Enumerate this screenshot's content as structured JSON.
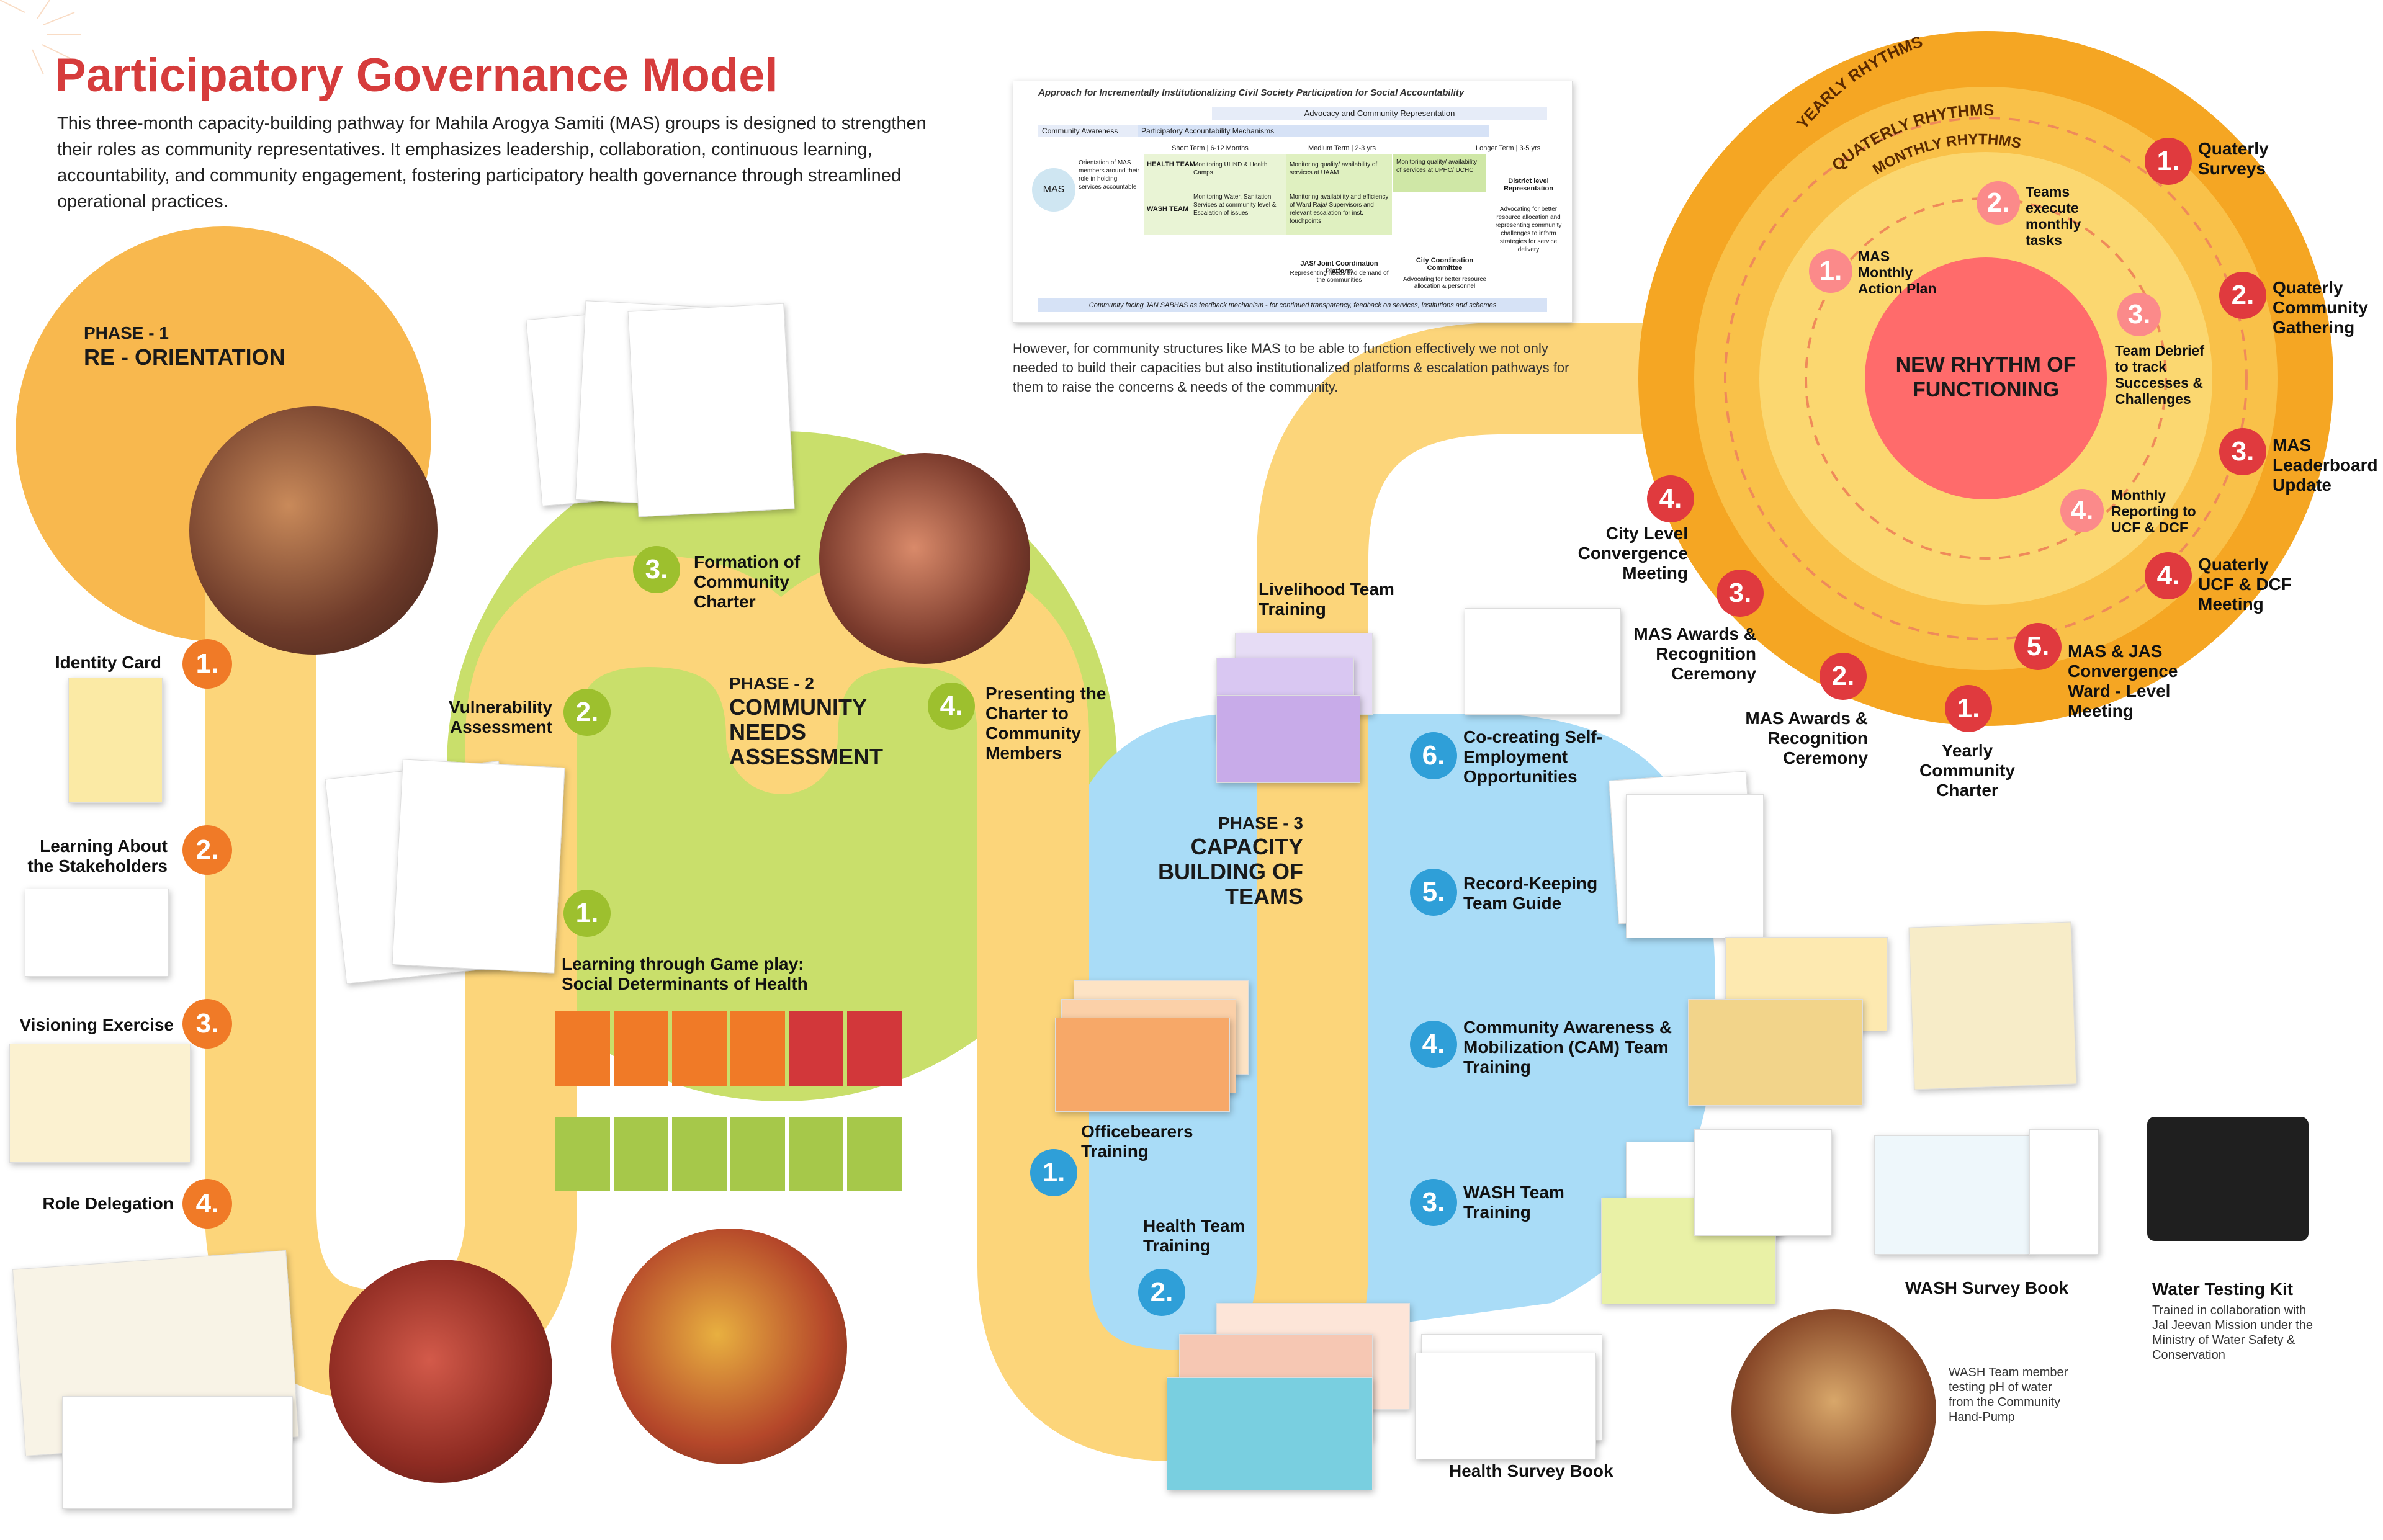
{
  "header": {
    "title": "Participatory Governance Model",
    "intro": "This three-month capacity-building pathway for Mahila Arogya Samiti (MAS) groups is designed to strengthen their roles as community representatives. It emphasizes leadership, collaboration, continuous learning, accountability, and community engagement, fostering participatory health governance through streamlined operational practices."
  },
  "colors": {
    "accent_red": "#d63c3c",
    "phase1": "#f8b84e",
    "path_yellow": "#fcd57a",
    "phase2": "#c9df6b",
    "phase3": "#a9dcf7",
    "orange_num": "#f07a27",
    "green_num": "#9dc02e",
    "blue_num": "#2f9fd8",
    "rhythm_outer": "#f5a623",
    "rhythm_core": "#ff6b6b",
    "red_num": "#e03a3e"
  },
  "approach_table": {
    "title": "Approach for Incrementally Institutionalizing Civil Society Participation for Social Accountability",
    "bars": [
      "Advocacy and Community Representation",
      "Community Awareness",
      "Participatory Accountability Mechanisms"
    ],
    "terms": [
      "Short Term | 6-12 Months",
      "Medium Term | 2-3 yrs",
      "Longer Term | 3-5 yrs"
    ],
    "mas_label": "MAS",
    "mas_desc": "Orientation of MAS members around their role in holding services accountable",
    "teams": [
      "HEALTH TEAM",
      "WASH TEAM"
    ],
    "team_desc": [
      "Monitoring UHND & Health Camps",
      "Monitoring Water, Sanitation Services at community level & Escalation of issues"
    ],
    "medium_desc": [
      "Monitoring quality/ availability of services at UAAM",
      "Monitoring availability and efficiency of Ward Raja/ Supervisors and relevant escalation for inst. touchpoints"
    ],
    "upper_desc": "Monitoring quality/ availability of services at UPHC/ UCHC",
    "district": "District level Representation",
    "district_desc": "Advocating for better resource allocation and representing community challenges to inform strategies for service delivery",
    "jas": "JAS/ Joint Coordination Platform",
    "jas_desc": "Representing needs and demand of the communities",
    "city": "City Coordination Committee",
    "city_desc": "Advocating for better resource allocation & personnel",
    "footer": "Community facing JAN SABHAS as feedback mechanism - for continued transparency, feedback on services, institutions and schemes"
  },
  "note": "However, for community structures like MAS to be able to function effectively we not only needed to build their capacities but also institutionalized platforms & escalation pathways for them to raise the concerns & needs of the community.",
  "phase1": {
    "label": "PHASE - 1",
    "name": "RE - ORIENTATION",
    "steps": [
      {
        "n": "1.",
        "label": "Identity Card"
      },
      {
        "n": "2.",
        "label": "Learning About the Stakeholders"
      },
      {
        "n": "3.",
        "label": "Visioning Exercise"
      },
      {
        "n": "4.",
        "label": "Role Delegation"
      }
    ]
  },
  "phase2": {
    "label": "PHASE - 2",
    "name": "COMMUNITY NEEDS ASSESSMENT",
    "steps": [
      {
        "n": "1.",
        "label": "Learning through Game play: Social Determinants of Health"
      },
      {
        "n": "2.",
        "label": "Vulnerability Assessment"
      },
      {
        "n": "3.",
        "label": "Formation of Community Charter"
      },
      {
        "n": "4.",
        "label": "Presenting the Charter to Community Members"
      }
    ]
  },
  "phase3": {
    "label": "PHASE - 3",
    "name": "CAPACITY BUILDING OF TEAMS",
    "steps": [
      {
        "n": "1.",
        "label": "Officebearers Training"
      },
      {
        "n": "2.",
        "label": "Health Team Training"
      },
      {
        "n": "3.",
        "label": "WASH Team Training"
      },
      {
        "n": "4.",
        "label": "Community Awareness & Mobilization (CAM) Team Training"
      },
      {
        "n": "5.",
        "label": "Record-Keeping Team Guide"
      },
      {
        "n": "6.",
        "label": "Co-creating Self-Employment Opportunities"
      },
      {
        "n": "",
        "label": "Livelihood Team Training"
      }
    ],
    "materials": {
      "health_survey": "Health Survey Book",
      "wash_survey": "WASH Survey Book",
      "water_kit": "Water Testing Kit",
      "water_kit_note": "Trained in collaboration with Jal Jeevan Mission under the Ministry of Water Safety & Conservation",
      "wash_photo_note": "WASH Team member testing pH of water from the Community Hand-Pump"
    }
  },
  "yearly_path": [
    {
      "n": "1.",
      "label": "Yearly Community Charter"
    },
    {
      "n": "2.",
      "label": "MAS Awards & Recognition Ceremony"
    },
    {
      "n": "3.",
      "label": "MAS Awards & Recognition Ceremony"
    },
    {
      "n": "4.",
      "label": "City Level Convergence Meeting"
    }
  ],
  "rhythm": {
    "core": "NEW RHYTHM OF FUNCTIONING",
    "ring_yearly": "YEARLY RHYTHMS",
    "ring_quarterly": "QUATERLY RHYTHMS",
    "ring_monthly": "MONTHLY  RHYTHMS",
    "monthly": [
      {
        "n": "1.",
        "label": "MAS Monthly Action Plan"
      },
      {
        "n": "2.",
        "label": "Teams execute monthly tasks"
      },
      {
        "n": "3.",
        "label": "Team Debrief to track Successes & Challenges"
      },
      {
        "n": "4.",
        "label": "Monthly Reporting to UCF & DCF"
      }
    ],
    "quarterly": [
      {
        "n": "1.",
        "label": "Quaterly Surveys"
      },
      {
        "n": "2.",
        "label": "Quaterly Community Gathering"
      },
      {
        "n": "3.",
        "label": "MAS Leaderboard Update"
      },
      {
        "n": "4.",
        "label": "Quaterly UCF & DCF Meeting"
      },
      {
        "n": "5.",
        "label": "MAS & JAS Convergence Ward - Level Meeting"
      }
    ]
  }
}
